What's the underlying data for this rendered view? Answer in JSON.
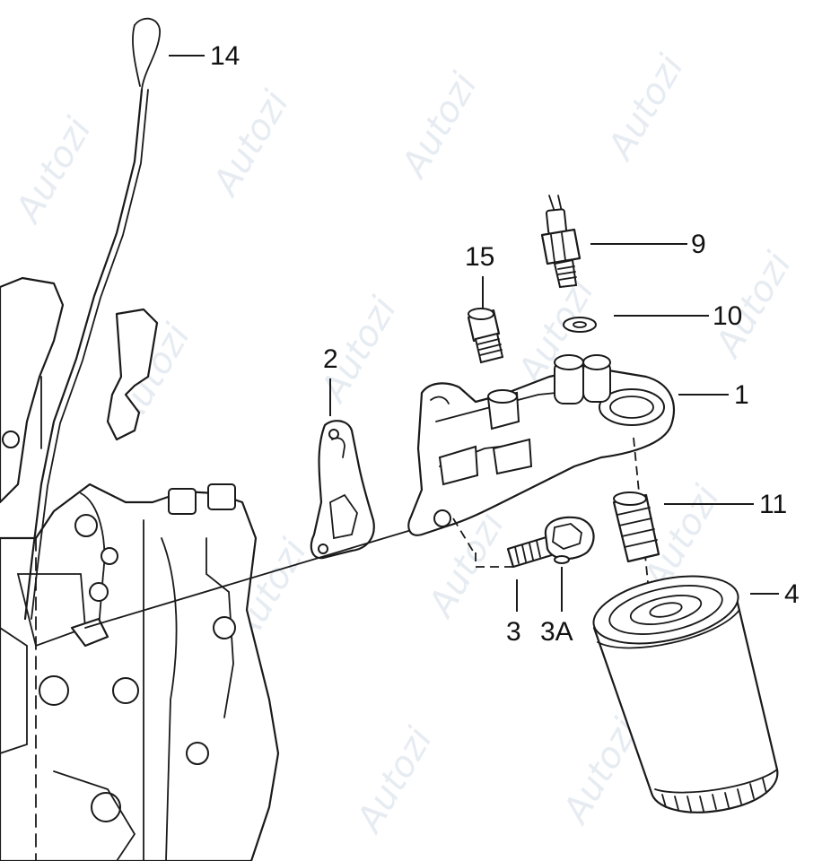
{
  "callouts": {
    "c1": "1",
    "c2": "2",
    "c3": "3",
    "c3a": "3A",
    "c4": "4",
    "c9": "9",
    "c10": "10",
    "c11": "11",
    "c14": "14",
    "c15": "15"
  },
  "watermark": {
    "text": "Autozi"
  }
}
